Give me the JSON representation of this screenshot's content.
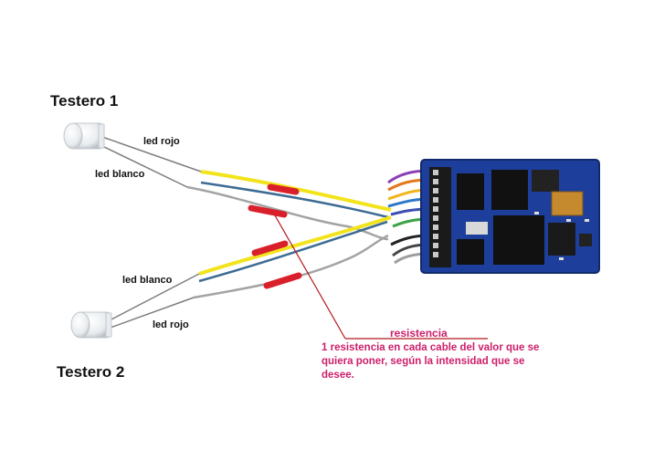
{
  "headers": {
    "top": "Testero 1",
    "bottom": "Testero 2"
  },
  "labels": {
    "top_red": "led rojo",
    "top_white": "led blanco",
    "bottom_white": "led blanco",
    "bottom_red": "led rojo"
  },
  "annotation": {
    "title": "resistencia",
    "note": "1 resistencia en cada cable del valor que se quiera poner, según la intensidad que se desee."
  },
  "colors": {
    "wire_yellow": "#f2e41c",
    "wire_blue": "#3d6b93",
    "wire_gray": "#a3a3a3",
    "resistor_red": "#d9202a",
    "annotation_magenta": "#cc1f6a",
    "leader_line": "#b3171f",
    "pcb_blue": "#1d3f9b"
  },
  "icons": [
    "led-icon",
    "resistor-icon",
    "decoder-board-icon"
  ]
}
